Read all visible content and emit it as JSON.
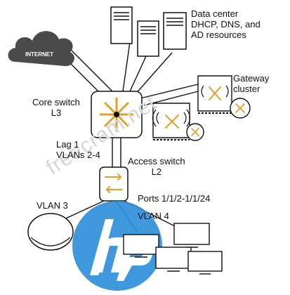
{
  "labels": {
    "internet": "INTERNET",
    "data_center": "Data center\nDHCP, DNS, and\nAD resources",
    "gateway_cluster": "Gateway\ncluster",
    "core_switch": "Core switch\nL3",
    "lag": "Lag 1\nVLANs 2-4",
    "access_switch": "Access switch\nL2",
    "ports": "Ports 1/1/2-1/1/24",
    "vlan3": "VLAN 3",
    "vlan4": "VLAN 4"
  },
  "watermark": "freecram.net",
  "colors": {
    "accent": "#e0a030",
    "cloud": "#4a4a4a",
    "hp_blue": "#2f8fd8",
    "line": "#111111"
  }
}
